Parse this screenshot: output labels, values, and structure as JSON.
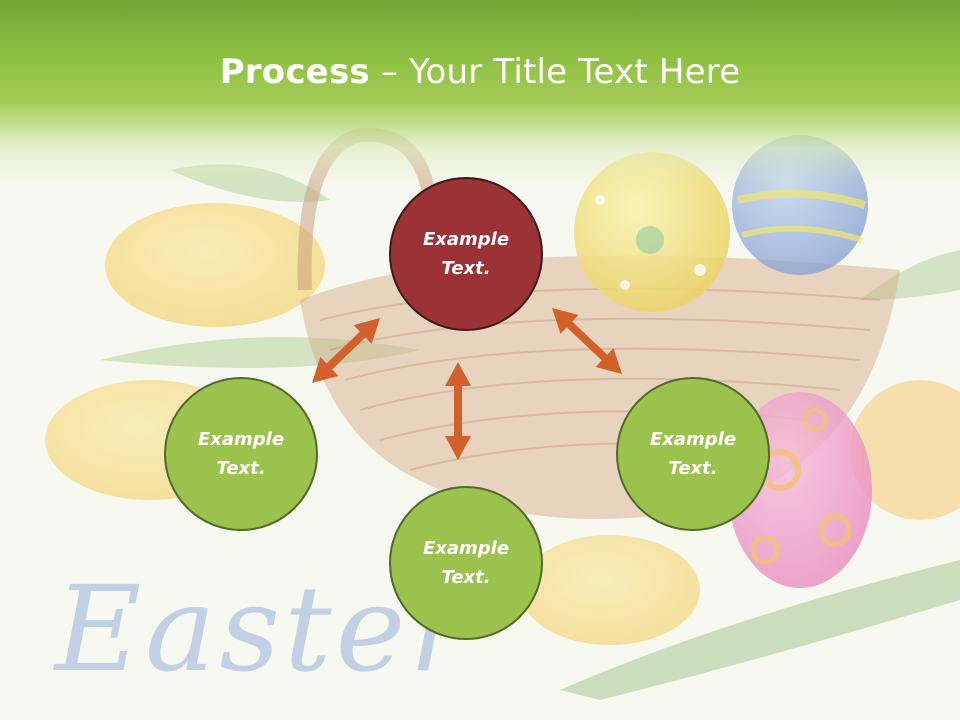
{
  "slide": {
    "title_bold": "Process",
    "title_rest": " – Your Title Text Here",
    "background_word": "Easter"
  },
  "nodes": [
    {
      "label": "Example Text.",
      "line1": "Example",
      "line2": "Text.",
      "color": "#9a3236",
      "role": "top"
    },
    {
      "label": "Example Text.",
      "line1": "Example",
      "line2": "Text.",
      "color": "#9cc24e",
      "role": "left"
    },
    {
      "label": "Example Text.",
      "line1": "Example",
      "line2": "Text.",
      "color": "#9cc24e",
      "role": "bottom"
    },
    {
      "label": "Example Text.",
      "line1": "Example",
      "line2": "Text.",
      "color": "#9cc24e",
      "role": "right"
    }
  ],
  "colors": {
    "header": "#92c244",
    "arrow": "#d1602a",
    "accent_red": "#9a3236",
    "accent_green": "#9cc24e"
  }
}
